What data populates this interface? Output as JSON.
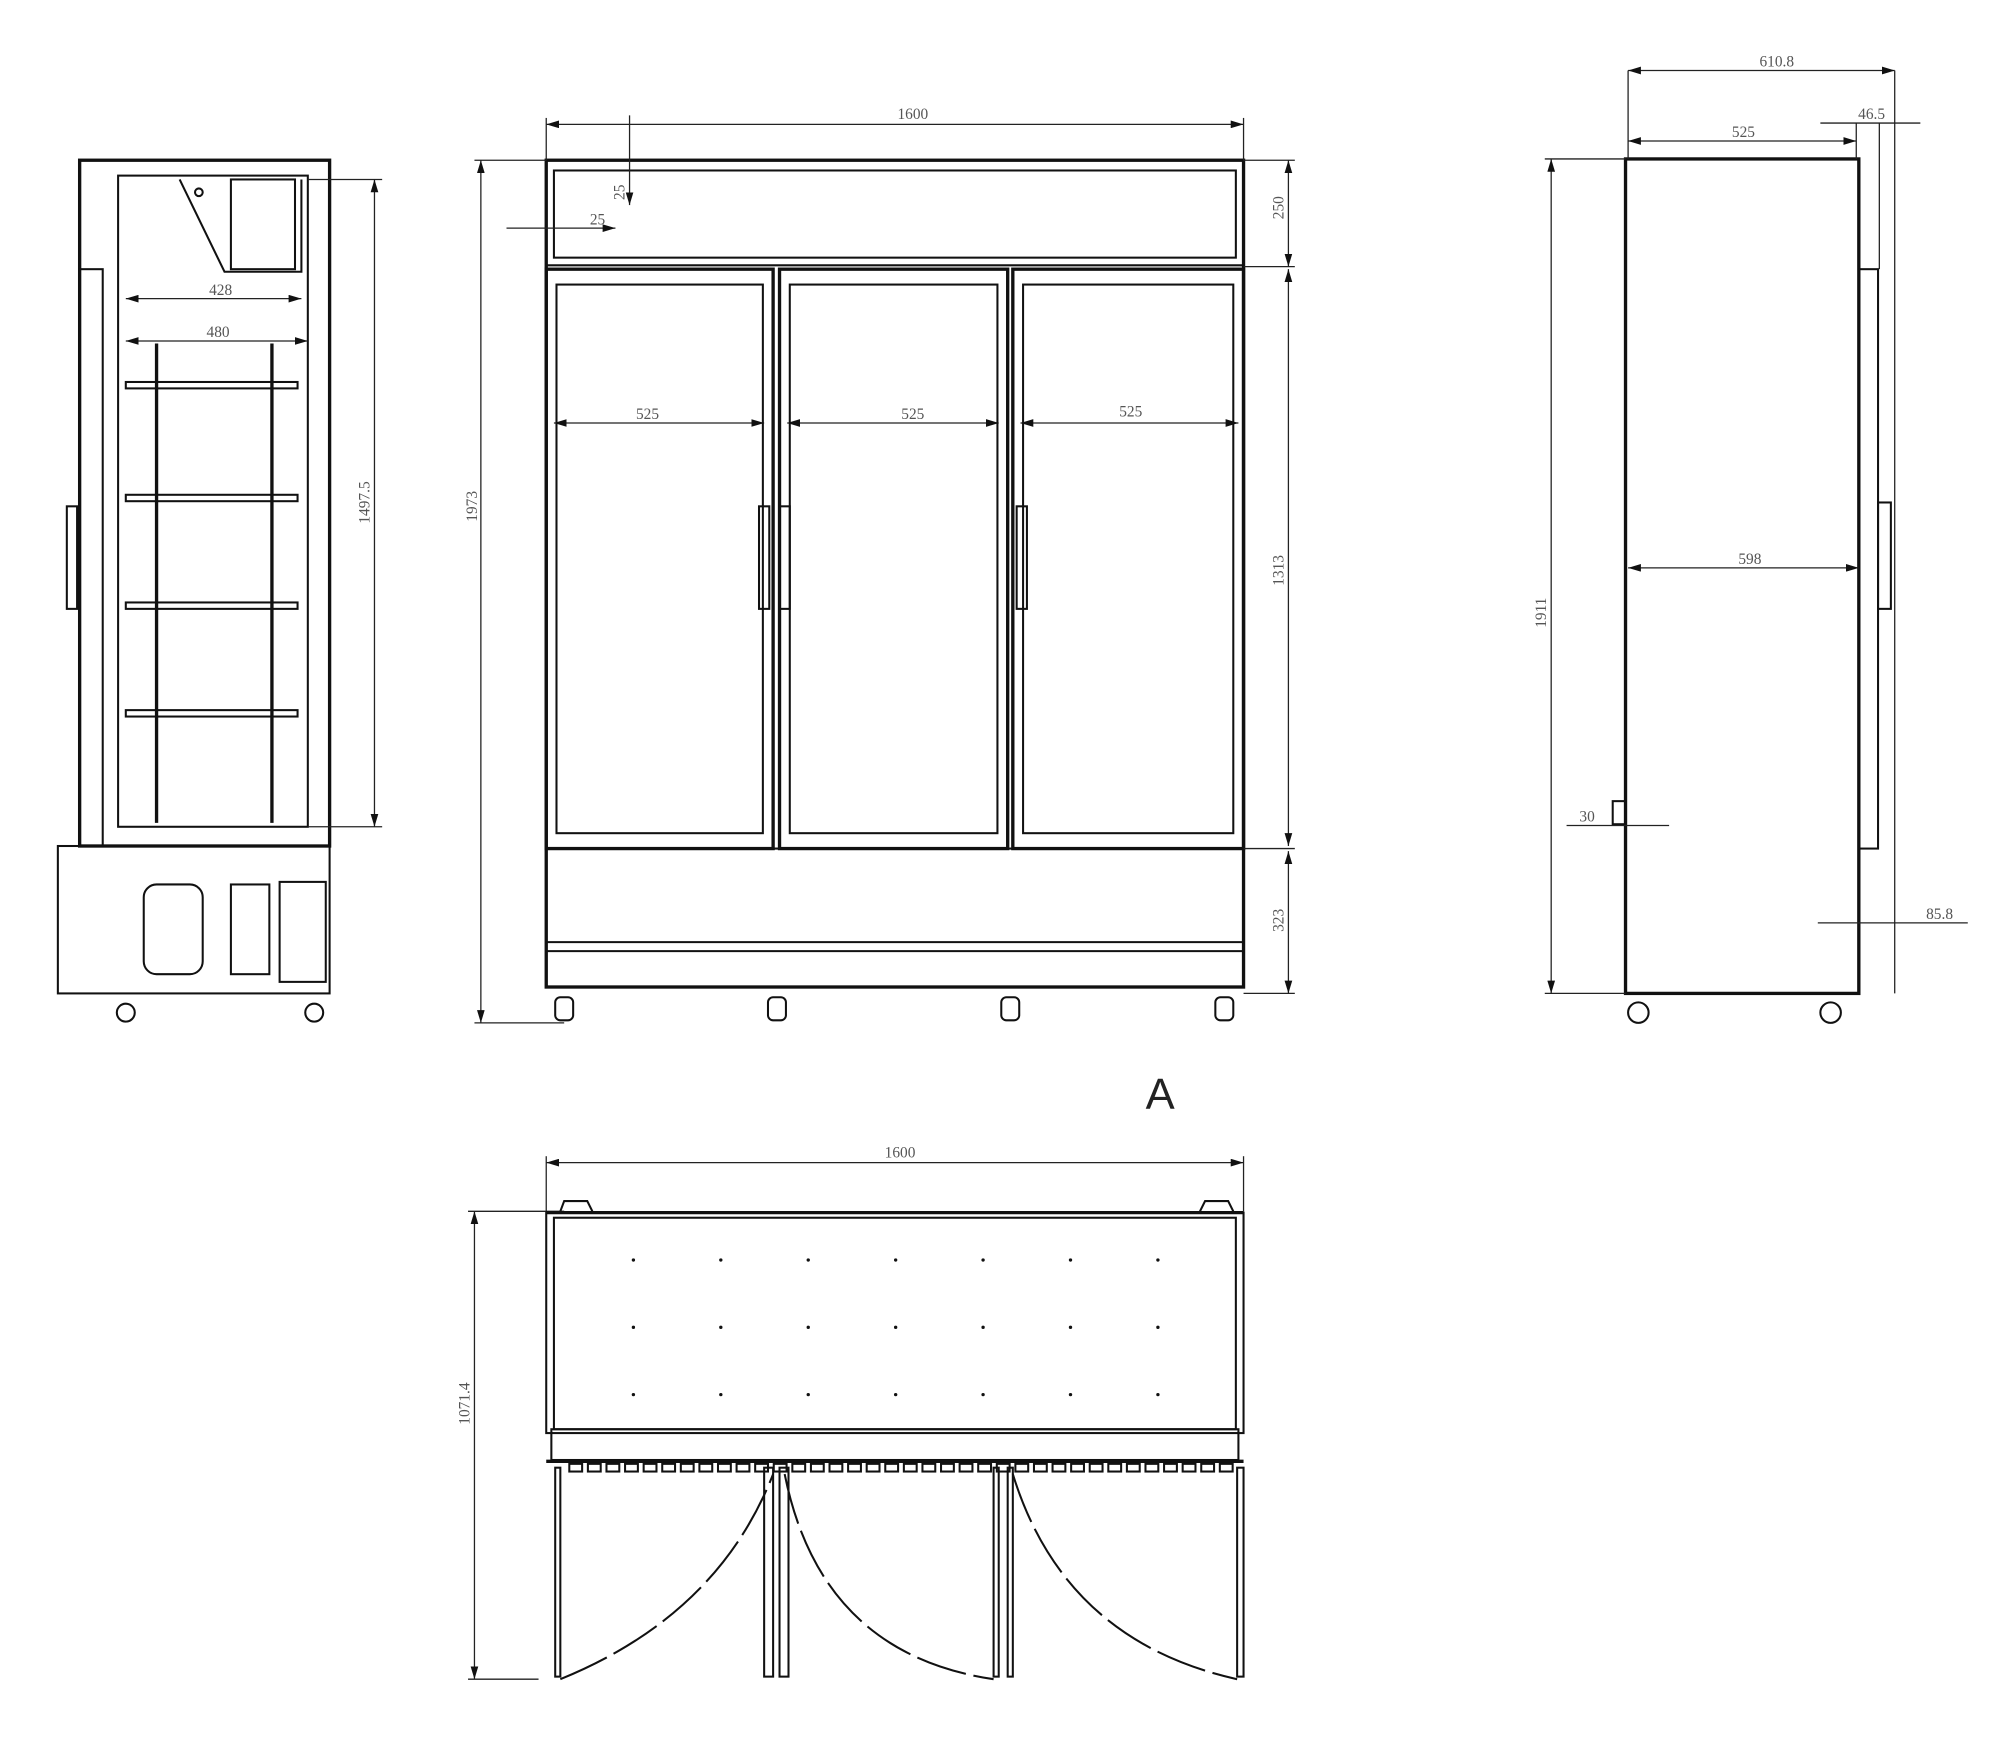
{
  "view_label": "A",
  "side_section_view": {
    "dims": {
      "inner_width_top": "428",
      "inner_width": "480",
      "inner_height": "1497.5"
    }
  },
  "front_view": {
    "dims": {
      "width": "1600",
      "height": "1973",
      "canopy_height": "250",
      "door_height": "1313",
      "base_height": "323",
      "door_width_1": "525",
      "door_width_2": "525",
      "door_width_3": "525",
      "margin_top": "25",
      "margin_left": "25"
    }
  },
  "side_view": {
    "dims": {
      "depth_total": "610.8",
      "body_depth": "525",
      "door_depth": "46.5",
      "height": "1911",
      "inner_depth": "598",
      "back_offset": "30",
      "front_offset": "85.8"
    }
  },
  "top_view": {
    "dims": {
      "width": "1600",
      "depth_open": "1071.4"
    }
  }
}
